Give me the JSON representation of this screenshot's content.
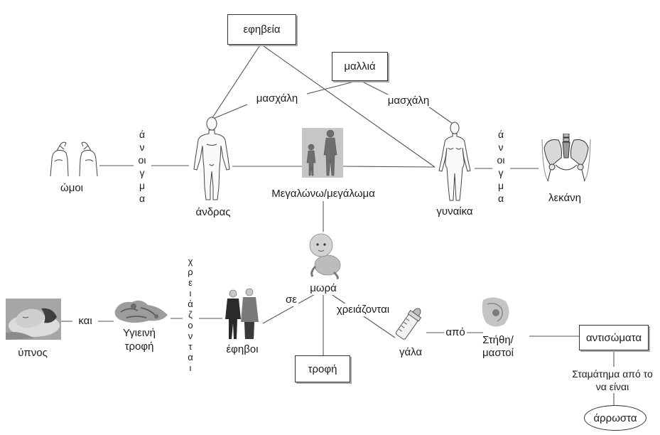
{
  "nodes": {
    "puberty": "εφηβεία",
    "hair": "μαλλιά",
    "armpit_left": "μασχάλη",
    "armpit_right": "μασχάλη",
    "shoulders": "ώμοι",
    "opening_left": [
      "ά",
      "ν",
      "οι",
      "γ",
      "μ",
      "α"
    ],
    "man": "άνδρας",
    "growth": "Μεγαλώνω/μεγάλωμα",
    "woman": "γυναίκα",
    "opening_right": [
      "ά",
      "ν",
      "οι",
      "γ",
      "μ",
      "α"
    ],
    "pelvis": "λεκάνη",
    "babies": "μωρά",
    "sleep": "ύπνος",
    "and": "και",
    "healthy_food": [
      "Υγιεινή",
      "τροφή"
    ],
    "need_vertical": [
      "χ",
      "ρ",
      "ε",
      "ι",
      "ά",
      "ζ",
      "ο",
      "ν",
      "τ",
      "α",
      "ι"
    ],
    "teens": "έφηβοι",
    "in": "σε",
    "need": "χρειάζονται",
    "food": "τροφή",
    "milk": "γάλα",
    "from": "από",
    "breasts": [
      "Στήθη/",
      "μαστοί"
    ],
    "antibodies": "αντισώματα",
    "stopping": [
      "Σταμάτημα από το",
      "να είναι"
    ],
    "sick": "άρρωστα"
  },
  "icons": {
    "shoulders": "shoulders-icon",
    "man": "man-figure-icon",
    "growth": "growing-people-icon",
    "woman": "woman-figure-icon",
    "pelvis": "pelvis-icon",
    "babies": "baby-icon",
    "sleep": "sleeping-person-icon",
    "healthy_food": "food-icon",
    "teens": "teenagers-icon",
    "milk": "baby-bottle-icon",
    "breasts": "breast-icon"
  },
  "colors": {
    "line": "#555555",
    "text": "#1c1c1c",
    "box_border": "#333333"
  }
}
